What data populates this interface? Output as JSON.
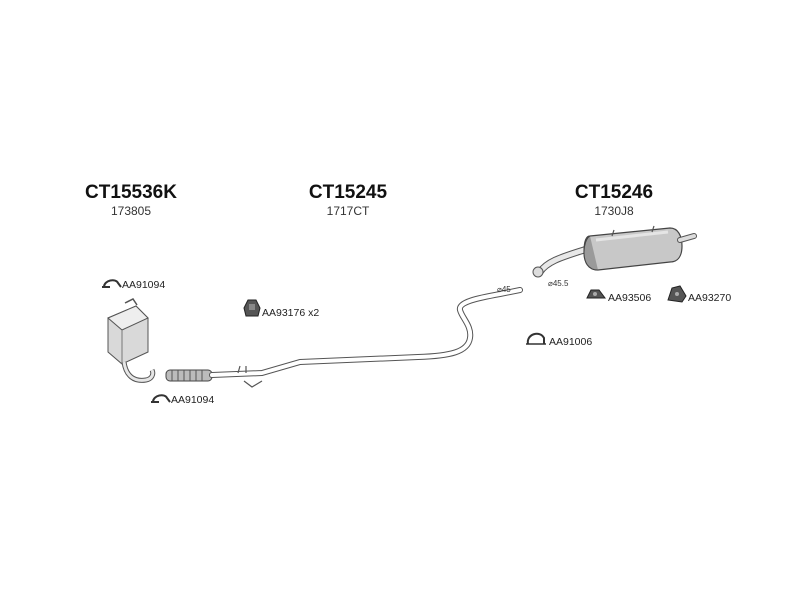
{
  "parts": [
    {
      "code": "CT15536K",
      "ref": "173805"
    },
    {
      "code": "CT15245",
      "ref": "1717CT"
    },
    {
      "code": "CT15246",
      "ref": "1730J8"
    }
  ],
  "accessories": [
    {
      "id": "clamp_top",
      "label": "AA91094"
    },
    {
      "id": "clamp_bottom",
      "label": "AA91094"
    },
    {
      "id": "mount_mid",
      "label": "AA93176 x2"
    },
    {
      "id": "clamp_right",
      "label": "AA91006"
    },
    {
      "id": "rubber_1",
      "label": "AA93506"
    },
    {
      "id": "rubber_2",
      "label": "AA93270"
    }
  ],
  "dimensions": [
    {
      "label": "⌀45"
    },
    {
      "label": "⌀45.5"
    }
  ],
  "icons": {
    "clamp": "pipe-clamp-icon",
    "mount": "rubber-mount-icon"
  }
}
